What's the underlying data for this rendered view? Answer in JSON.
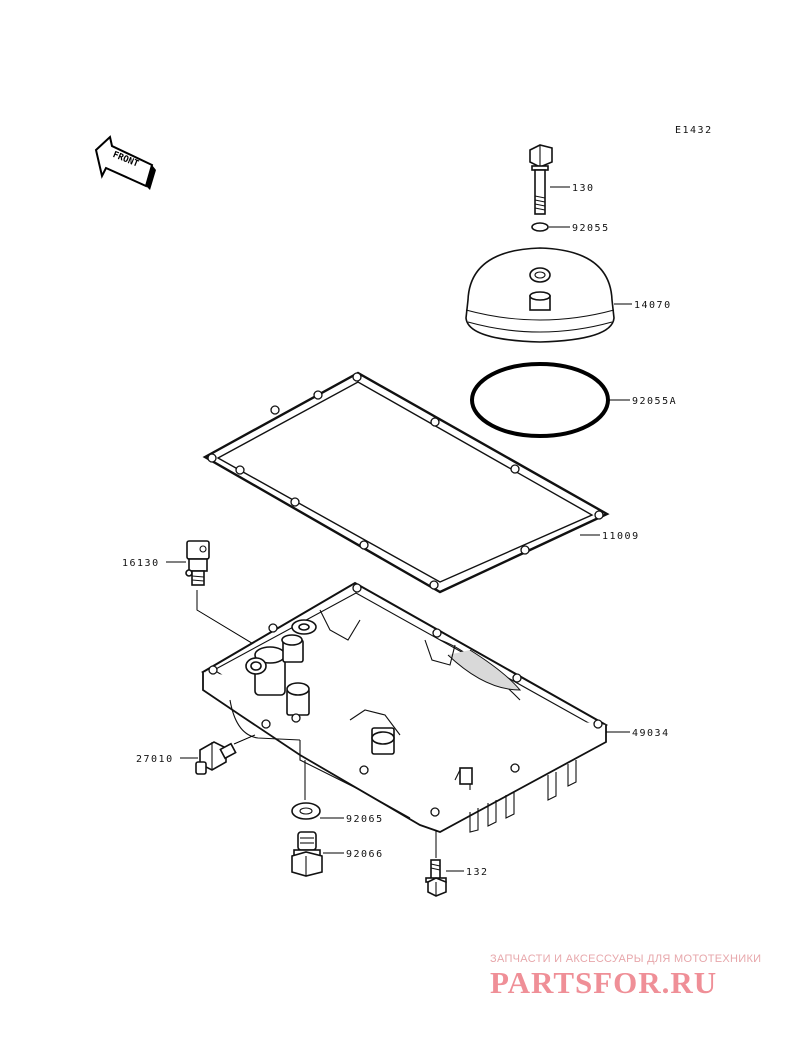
{
  "diagram": {
    "code": "E1432",
    "front_label": "FRONT",
    "parts": [
      {
        "id": "130"
      },
      {
        "id": "92055"
      },
      {
        "id": "14070"
      },
      {
        "id": "92055A"
      },
      {
        "id": "11009"
      },
      {
        "id": "16130"
      },
      {
        "id": "49034"
      },
      {
        "id": "27010"
      },
      {
        "id": "92065"
      },
      {
        "id": "92066"
      },
      {
        "id": "132"
      }
    ]
  },
  "watermark": {
    "tagline": "ЗАПЧАСТИ И АКСЕССУАРЫ ДЛЯ МОТОТЕХНИКИ",
    "brand": "PARTSFOR.RU",
    "color": "#ef8f97"
  }
}
